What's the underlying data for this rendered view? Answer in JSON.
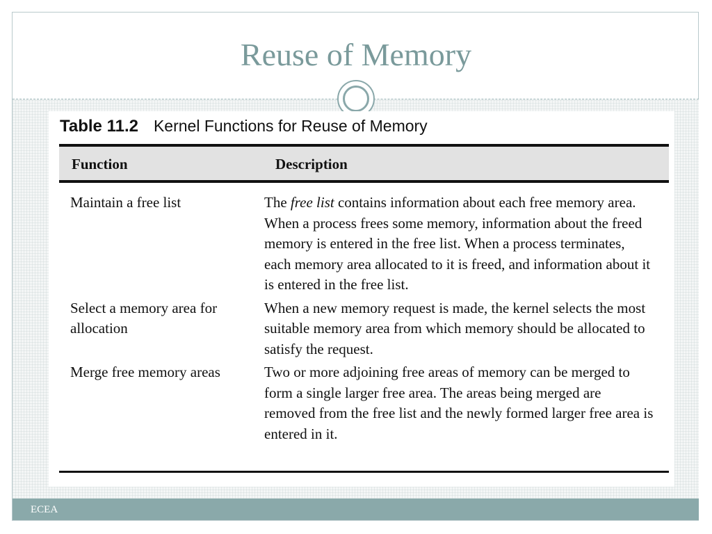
{
  "slide": {
    "title": "Reuse of Memory",
    "footer": "ECEA"
  },
  "table": {
    "caption_number": "Table 11.2",
    "caption_title": "Kernel Functions for Reuse of Memory",
    "headers": {
      "function": "Function",
      "description": "Description"
    },
    "rows": [
      {
        "function": "Maintain a free list",
        "description_pre": "The ",
        "description_em": "free list",
        "description_post": " contains information about each free memory area. When a process frees some memory, information about the freed memory is entered in the free list. When a process terminates, each memory area allocated to it is freed, and information about it is entered in the free list."
      },
      {
        "function": "Select a memory area for allocation",
        "description_pre": "When a new memory request is made, the kernel selects the most suitable memory area from which memory should be allocated to satisfy the request.",
        "description_em": "",
        "description_post": ""
      },
      {
        "function": "Merge free memory areas",
        "description_pre": "Two or more adjoining free areas of memory can be merged to form a single larger free area. The areas being merged are removed from the free list and the newly formed larger free area is entered in it.",
        "description_em": "",
        "description_post": ""
      }
    ]
  }
}
